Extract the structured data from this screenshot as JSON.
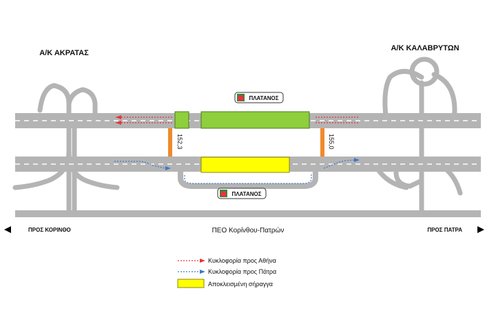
{
  "interchanges": {
    "left": "Α/Κ ΑΚΡΑΤΑΣ",
    "right": "Α/Κ ΚΑΛΑΒΡΥΤΩΝ"
  },
  "tunnel_signs": {
    "top": "ΠΛΑΤΑΝΟΣ",
    "bottom": "ΠΛΑΤΑΝΟΣ"
  },
  "markers": {
    "left_km": "152,3",
    "right_km": "155,0"
  },
  "old_road": {
    "name": "ΠΕΟ Κορίνθου-Πατρών",
    "toward_left": "ΠΡΟΣ ΚΟΡΙΝΘΟ",
    "toward_right": "ΠΡΟΣ ΠΑΤΡΑ"
  },
  "legend": [
    {
      "label": "Κυκλοφορία προς Αθήνα",
      "color": "#e8323c"
    },
    {
      "label": "Κυκλοφορία προς Πάτρα",
      "color": "#3a78c8"
    },
    {
      "label": "Αποκλεισμένη σήραγγα",
      "color": "#ffff00"
    }
  ],
  "colors": {
    "road": "#b4b4b4",
    "open_tunnel": "#8fce3c",
    "closed_tunnel": "#ffff00",
    "crossover": "#f08a2c"
  }
}
